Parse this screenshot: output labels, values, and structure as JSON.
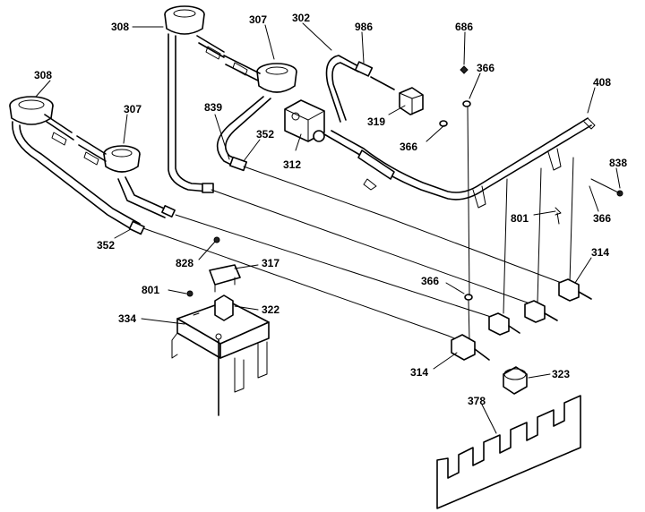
{
  "labels": {
    "c308_top": "308",
    "c307_top": "307",
    "c302": "302",
    "c986": "986",
    "c686": "686",
    "c366_a": "366",
    "c308_left": "308",
    "c307_left": "307",
    "c839": "839",
    "c352_mid": "352",
    "c312": "312",
    "c319": "319",
    "c366_b": "366",
    "c408": "408",
    "c838": "838",
    "c366_c": "366",
    "c801_right": "801",
    "c352_left": "352",
    "c828": "828",
    "c317": "317",
    "c801_left": "801",
    "c322": "322",
    "c334": "334",
    "c314_right": "314",
    "c366_d": "366",
    "c314_bottom": "314",
    "c323": "323",
    "c378": "378"
  }
}
